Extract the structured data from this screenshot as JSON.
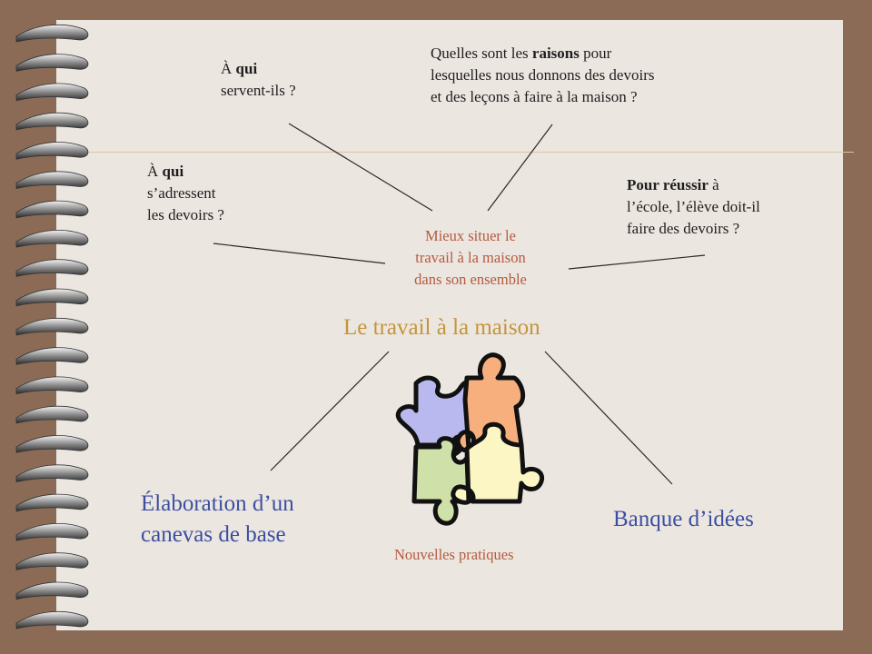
{
  "questions": {
    "servent": {
      "prefix": "À ",
      "bold": "qui",
      "rest": "servent-ils ?"
    },
    "raisons": {
      "line1_pre": "Quelles sont les ",
      "line1_bold": "raisons",
      "line1_post": " pour",
      "line2": "lesquelles nous donnons des devoirs",
      "line3": "et des leçons à faire à la maison ?"
    },
    "adressent": {
      "prefix": "À ",
      "bold": "qui",
      "line2": "s’adressent",
      "line3": "les devoirs ?"
    },
    "reussir": {
      "bold": "Pour réussir",
      "line1_post": " à",
      "line2": "l’école, l’élève doit-il",
      "line3": "faire des devoirs ?"
    }
  },
  "center": {
    "note_line1": "Mieux situer le",
    "note_line2": "travail à la maison",
    "note_line3": "dans son ensemble",
    "title": "Le travail à la maison"
  },
  "branches": {
    "elaboration_line1": "Élaboration d’un",
    "elaboration_line2": "canevas de base",
    "banque": "Banque d’idées",
    "nouvelles": "Nouvelles pratiques"
  },
  "colors": {
    "background": "#8b6b55",
    "paper": "#ece6e1",
    "accent_title": "#c4953a",
    "accent_blue": "#3a4fa0",
    "accent_rust": "#b45a3c",
    "puzzle_blue": "#b9b9ef",
    "puzzle_orange": "#f7b07d",
    "puzzle_green": "#cfe0a9",
    "puzzle_yellow": "#fbf6c4"
  },
  "icons": [
    "spiral-binding-icon",
    "puzzle-icon"
  ]
}
